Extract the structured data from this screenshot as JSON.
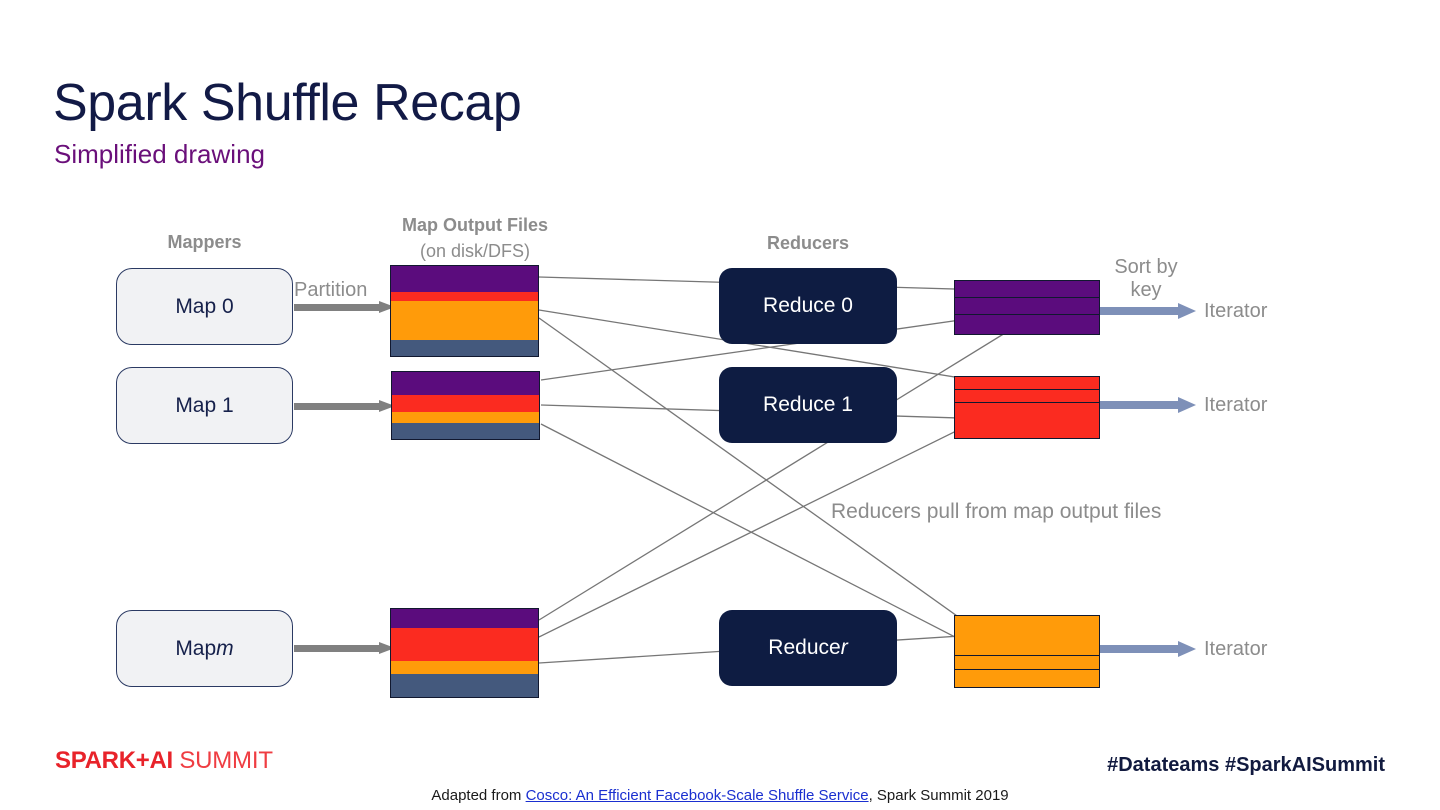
{
  "slide": {
    "title": "Spark Shuffle Recap",
    "subtitle": "Simplified drawing",
    "title_color": "#121a46",
    "subtitle_color": "#6a0f7a"
  },
  "headings": {
    "mappers": "Mappers",
    "map_output_files": "Map Output Files",
    "map_output_files_sub": "(on disk/DFS)",
    "reducers": "Reducers"
  },
  "labels": {
    "partition": "Partition",
    "sort_by_key_line1": "Sort by",
    "sort_by_key_line2": "key",
    "pull_note": "Reducers pull from map output files",
    "iterator": "Iterator"
  },
  "mappers": [
    {
      "label": "Map 0",
      "italic": ""
    },
    {
      "label": "Map 1",
      "italic": ""
    },
    {
      "label": "Map ",
      "italic": "m"
    }
  ],
  "reducers": [
    {
      "label": "Reduce 0",
      "italic": ""
    },
    {
      "label": "Reduce 1",
      "italic": ""
    },
    {
      "label": "Reduce ",
      "italic": "r"
    }
  ],
  "palette": {
    "purple": "#5B0C7D",
    "red": "#FB2B20",
    "orange": "#FF9B0A",
    "slate": "#44597D",
    "navy": "#0e1c42",
    "mapbox_fill": "#f1f2f4",
    "mapbox_border": "#2b3a63",
    "gray_arrow": "#808080",
    "blue_arrow": "#7e90b8",
    "gray_text": "#8c8c8c",
    "connector_line": "#767676"
  },
  "map_output_files": [
    {
      "name": "map-output-file-0",
      "bands": [
        {
          "key": "purple",
          "color": "#5B0C7D",
          "height": 26
        },
        {
          "key": "red",
          "color": "#FB2B20",
          "height": 9
        },
        {
          "key": "orange",
          "color": "#FF9B0A",
          "height": 39
        },
        {
          "key": "slate",
          "color": "#44597D",
          "height": 16
        }
      ]
    },
    {
      "name": "map-output-file-1",
      "bands": [
        {
          "key": "purple",
          "color": "#5B0C7D",
          "height": 23
        },
        {
          "key": "red",
          "color": "#FB2B20",
          "height": 17
        },
        {
          "key": "orange",
          "color": "#FF9B0A",
          "height": 11
        },
        {
          "key": "slate",
          "color": "#44597D",
          "height": 16
        }
      ]
    },
    {
      "name": "map-output-file-m",
      "bands": [
        {
          "key": "purple",
          "color": "#5B0C7D",
          "height": 19
        },
        {
          "key": "red",
          "color": "#FB2B20",
          "height": 33
        },
        {
          "key": "orange",
          "color": "#FF9B0A",
          "height": 13
        },
        {
          "key": "slate",
          "color": "#44597D",
          "height": 23
        }
      ]
    }
  ],
  "reducer_outputs": [
    {
      "name": "reduce-output-0",
      "color": "#5B0C7D",
      "bands": [
        17,
        17,
        19
      ]
    },
    {
      "name": "reduce-output-1",
      "color": "#FB2B20",
      "bands": [
        13,
        13,
        35
      ]
    },
    {
      "name": "reduce-output-r",
      "color": "#FF9B0A",
      "bands": [
        40,
        14,
        17
      ]
    }
  ],
  "footer": {
    "logo_bold": "SPARK+AI",
    "logo_light": " SUMMIT",
    "hashtags": "#Datateams  #SparkAISummit",
    "attrib_prefix": "Adapted from ",
    "attrib_link": "Cosco: An Efficient Facebook-Scale Shuffle Service",
    "attrib_suffix": ", Spark Summit 2019"
  }
}
